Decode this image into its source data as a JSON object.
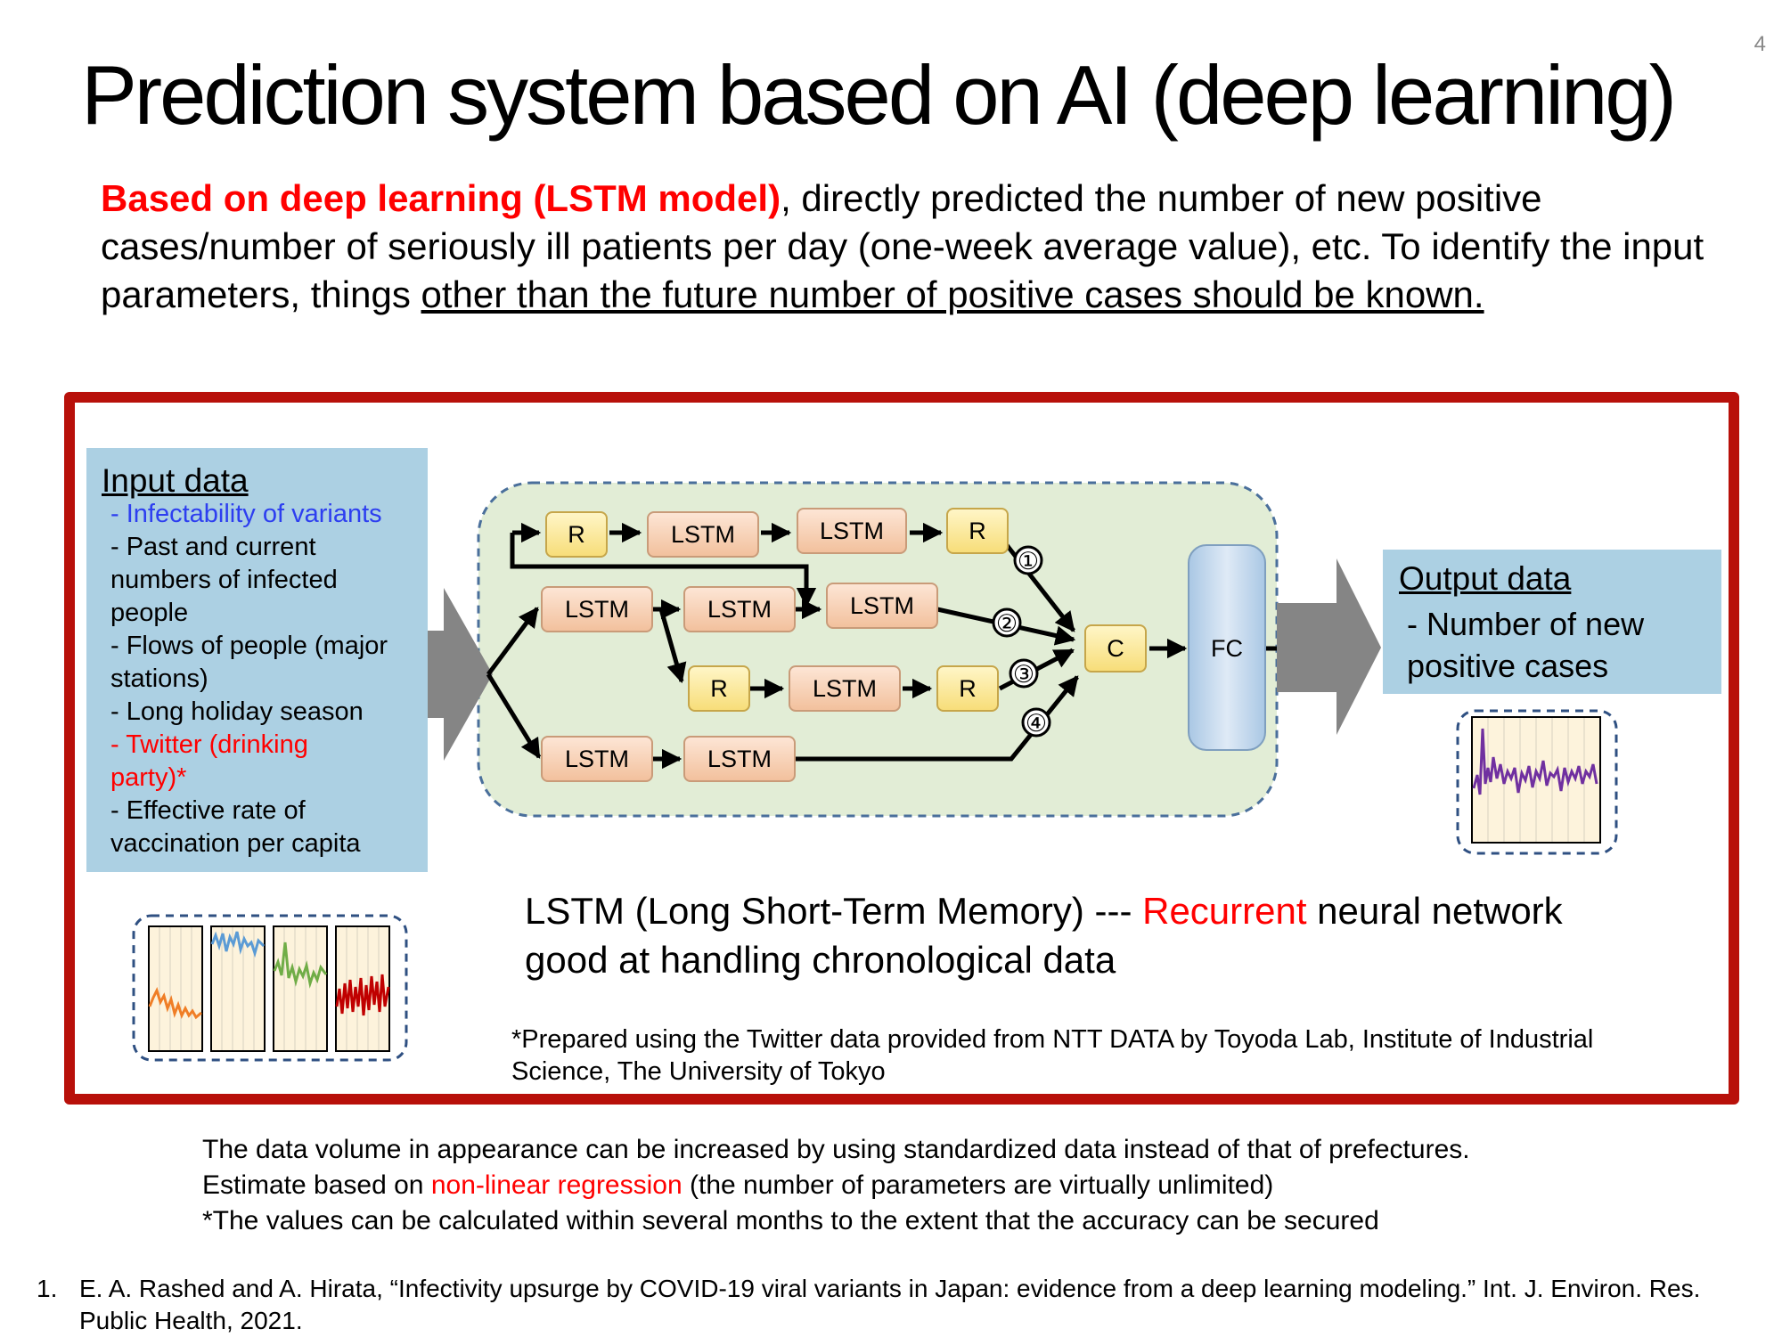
{
  "page": {
    "number": "4"
  },
  "title": "Prediction system based on AI (deep learning)",
  "intro": {
    "highlight": "Based on deep learning (LSTM model)",
    "text_1": ", directly predicted the number of new positive cases/number of seriously ill patients per day (one-week average value), etc. To identify the input parameters, things ",
    "underlined": "other than the future number of positive cases should be known."
  },
  "input_data": {
    "title": "Input data",
    "item_variants": "- Infectability of variants",
    "item_infected_1": "- Past and current",
    "item_infected_2": "numbers of infected",
    "item_infected_3": "people",
    "item_flows_1": "- Flows of people (major",
    "item_flows_2": "stations)",
    "item_holiday": "- Long holiday season",
    "item_twitter_1": "- Twitter (drinking",
    "item_twitter_2": "party)*",
    "item_vacc_1": "- Effective rate of",
    "item_vacc_2": "vaccination per capita"
  },
  "output_data": {
    "title": "Output data",
    "item_1": "- Number of new",
    "item_2": "positive cases"
  },
  "network": {
    "lstm_label": "LSTM",
    "r_label": "R",
    "c_label": "C",
    "fc_label": "FC",
    "branch_markers": [
      "①",
      "②",
      "③",
      "④"
    ]
  },
  "caption": {
    "line1_before": "LSTM (Long Short-Term Memory) --- ",
    "line1_red": "Recurrent",
    "line1_after": " neural network",
    "line2": "good at handling chronological data"
  },
  "note": "*Prepared using the Twitter data provided from NTT DATA by Toyoda Lab, Institute of Industrial Science, The University of Tokyo",
  "bottom": {
    "line1": "The data volume in appearance can be increased by using standardized data instead of that of prefectures.",
    "line2_before": "Estimate based on ",
    "line2_red": "non-linear regression",
    "line2_after": " (the number of parameters are virtually unlimited)",
    "line3": "*The values can be calculated within several months to the extent that the accuracy can be secured"
  },
  "reference": {
    "number": "1.",
    "text": "E. A. Rashed and A. Hirata, “Infectivity upsurge by COVID-19 viral variants in Japan: evidence from a deep learning modeling.” Int. J. Environ. Res. Public Health, 2021."
  },
  "colors": {
    "frame": "#b8100a",
    "panel_blue": "#acd0e3",
    "network_bg": "#e2edd6",
    "lstm_box": "#f7cfb0",
    "r_box": "#fbec9e",
    "fc_box": "#c6dcee",
    "arrow_gray": "#858585",
    "line_orange": "#f07e26",
    "line_blue": "#5b9bd5",
    "line_green": "#70ad47",
    "line_red": "#c00000",
    "line_purple": "#7030a0"
  }
}
